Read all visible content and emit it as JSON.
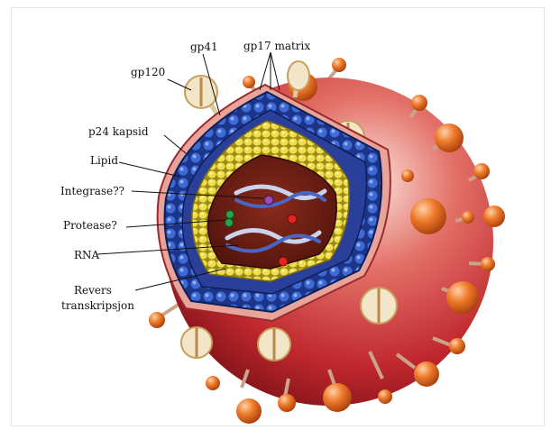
{
  "labels": {
    "gp41": "gp41",
    "gp17": "gp17 matrix",
    "gp120": "gp120",
    "p24": "p24 kapsid",
    "lipid": "Lipid",
    "integrase": "Integrase??",
    "protease": "Protease?",
    "rna": "RNA",
    "revers1": "Revers",
    "revers2": "transkripsjon"
  },
  "colors": {
    "envelope": "#c0272d",
    "envelope_light": "#f2b7b0",
    "matrix_blue": "#1f3f9e",
    "capsid_yellow": "#e6d23a",
    "core_brown": "#6b1e14",
    "spike_orange": "#e56b1f",
    "knob_cream": "#f3e6c8"
  }
}
